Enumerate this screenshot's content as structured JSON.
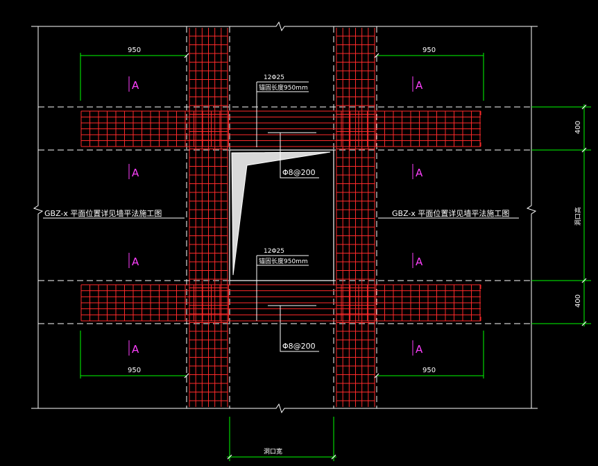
{
  "drawing": {
    "colors": {
      "background": "#000000",
      "outline": "#ffffff",
      "rebar": "#ff2a2a",
      "dimension": "#00ff00",
      "section_mark": "#ff40ff",
      "opening_fill": "#ffffff",
      "shadow_fill": "#d9d9d9"
    },
    "dimensions": {
      "top_left": "950",
      "top_right": "950",
      "bottom_left": "950",
      "bottom_right": "950",
      "right_upper": "400",
      "right_lower": "400",
      "right_middle": "洞口高",
      "bottom_middle": "洞口宽"
    },
    "rebar_notes": {
      "upper_count": "12Φ25",
      "upper_anchor": "锚固长度950mm",
      "upper_stirrup": "Φ8@200",
      "lower_count": "12Φ25",
      "lower_anchor": "锚固长度950mm",
      "lower_stirrup": "Φ8@200"
    },
    "side_notes": {
      "left": "GBZ-x 平面位置详见墙平法施工图",
      "right": "GBZ-x 平面位置详见墙平法施工图"
    },
    "section_mark": "A"
  }
}
